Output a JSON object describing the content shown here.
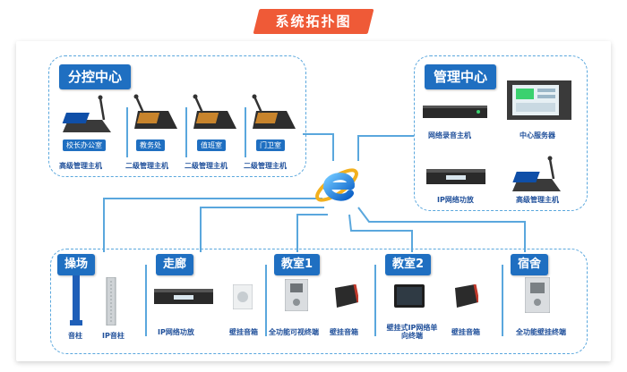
{
  "title": "系统拓扑图",
  "groups": {
    "control": {
      "tag": "分控中心",
      "devices": [
        {
          "room": "校长办公室",
          "label": "高级管理主机"
        },
        {
          "room": "教务处",
          "label": "二级管理主机"
        },
        {
          "room": "值班室",
          "label": "二级管理主机"
        },
        {
          "room": "门卫室",
          "label": "二级管理主机"
        }
      ]
    },
    "management": {
      "tag": "管理中心",
      "devices": [
        {
          "label": "网络录音主机"
        },
        {
          "label": "中心服务器"
        },
        {
          "label": "IP网络功放"
        },
        {
          "label": "高级管理主机"
        }
      ]
    },
    "bottom": [
      {
        "tag": "操场",
        "devices": [
          {
            "label": "音柱"
          },
          {
            "label": "IP音柱"
          }
        ]
      },
      {
        "tag": "走廊",
        "devices": [
          {
            "label": "IP网络功放"
          },
          {
            "label": "壁挂音箱"
          }
        ]
      },
      {
        "tag": "教室1",
        "devices": [
          {
            "label": "全功能可视终端"
          },
          {
            "label": "壁挂音箱"
          }
        ]
      },
      {
        "tag": "教室2",
        "devices": [
          {
            "label": "壁挂式IP网络单向终端"
          },
          {
            "label": "壁挂音箱"
          }
        ]
      },
      {
        "tag": "宿舍",
        "devices": [
          {
            "label": "全功能壁挂终端"
          }
        ]
      }
    ]
  },
  "colors": {
    "accent": "#ef5a37",
    "brand": "#1f6fc1",
    "line": "#5aa7dd"
  }
}
